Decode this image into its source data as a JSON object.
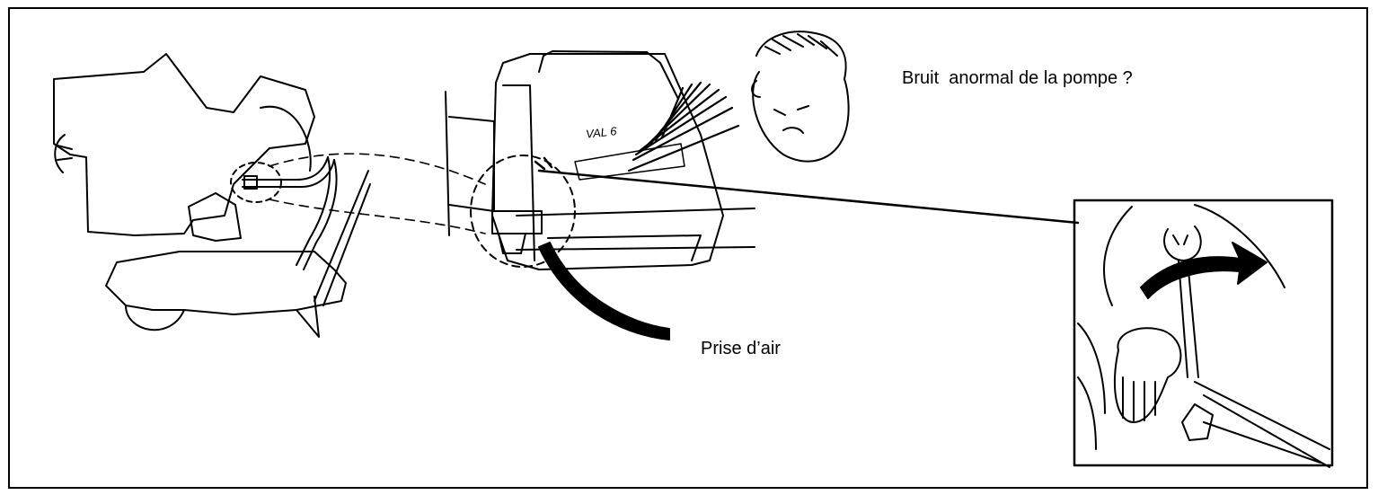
{
  "labels": {
    "noise_question": "Bruit  anormal de la pompe ?",
    "air_intake": "Prise d’air",
    "heater_model": "VAL 6"
  },
  "figure": {
    "illustrations": [
      "vehicle-with-heater",
      "heater-unit",
      "worried-face",
      "inset-wrench-tightening-fitting"
    ],
    "stroke_color": "#000000",
    "background_color": "#ffffff"
  }
}
